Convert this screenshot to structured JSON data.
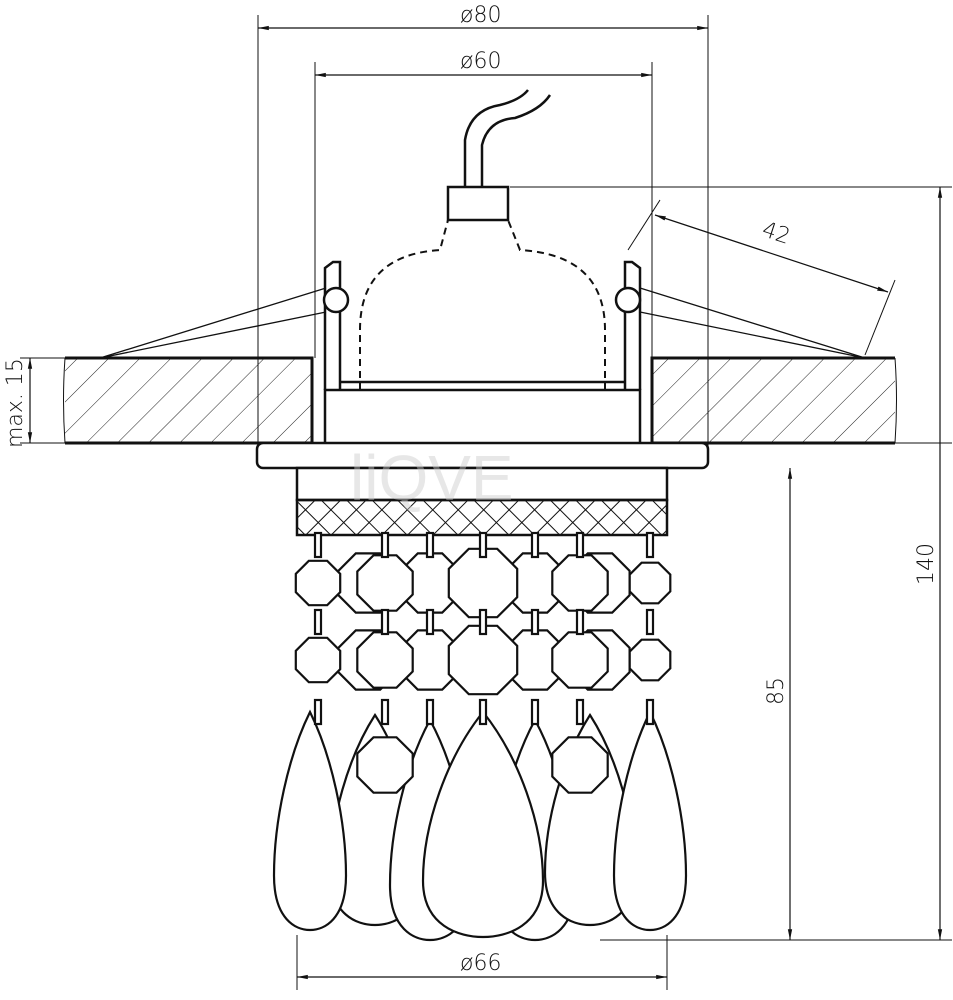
{
  "drawing": {
    "dimensions": {
      "outer_diameter": "ø80",
      "cutout_diameter": "ø60",
      "bottom_diameter": "ø66",
      "clip_length": "42",
      "total_height": "140",
      "visible_height": "85",
      "max_ceiling_thickness": "max. 15"
    },
    "watermark": "liQVE"
  }
}
